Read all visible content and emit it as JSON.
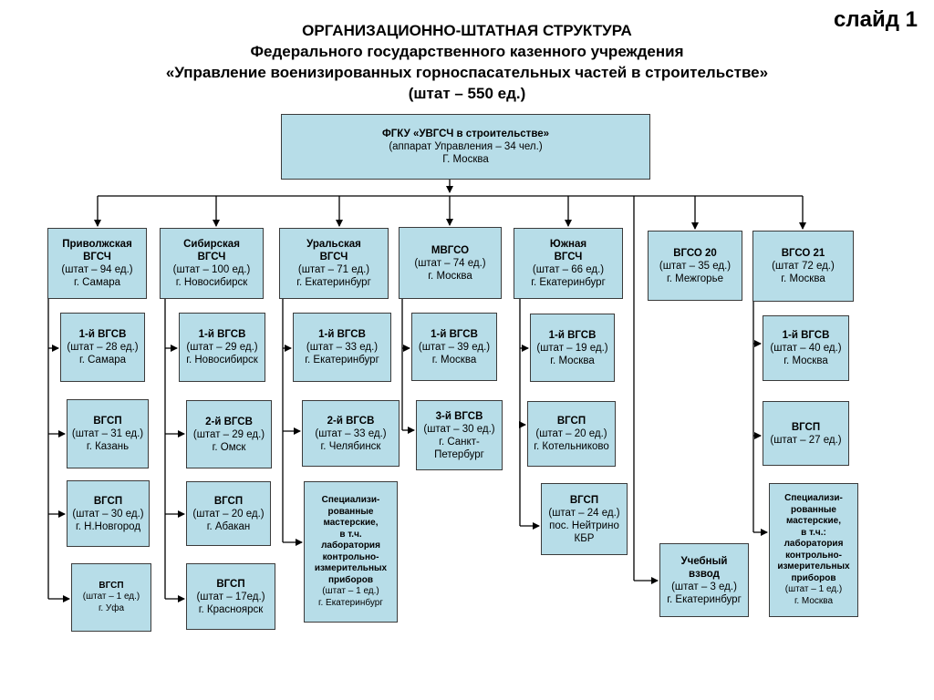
{
  "slide_label": "слайд 1",
  "title": {
    "line1": "ОРГАНИЗАЦИОННО-ШТАТНАЯ СТРУКТУРА",
    "line2": "Федерального государственного казенного учреждения",
    "line3": "«Управление военизированных горноспасательных частей в строительстве»",
    "line4": "(штат – 550 ед.)"
  },
  "root": {
    "name": "ФГКУ «УВГСЧ в строительстве»",
    "line1": "(аппарат Управления – 34 чел.)",
    "line2": "Г. Москва"
  },
  "columns": [
    {
      "head": {
        "name": "Приволжская\nВГСЧ",
        "l1": "(штат – 94 ед.)",
        "l2": "г. Самара"
      },
      "children": [
        {
          "name": "1-й ВГСВ",
          "l1": "(штат – 28 ед.)",
          "l2": "г. Самара"
        },
        {
          "name": "ВГСП",
          "l1": "(штат – 31 ед.)",
          "l2": "г. Казань"
        },
        {
          "name": "ВГСП",
          "l1": "(штат – 30 ед.)",
          "l2": "г. Н.Новгород"
        },
        {
          "name": "ВГСП",
          "l1": "(штат – 1 ед.)",
          "l2": "г. Уфа"
        }
      ]
    },
    {
      "head": {
        "name": "Сибирская\nВГСЧ",
        "l1": "(штат – 100 ед.)",
        "l2": "г. Новосибирск"
      },
      "children": [
        {
          "name": "1-й ВГСВ",
          "l1": "(штат – 29 ед.)",
          "l2": "г. Новосибирск"
        },
        {
          "name": "2-й ВГСВ",
          "l1": "(штат – 29 ед.)",
          "l2": "г. Омск"
        },
        {
          "name": "ВГСП",
          "l1": "(штат – 20 ед.)",
          "l2": "г. Абакан"
        },
        {
          "name": "ВГСП",
          "l1": "(штат – 17ед.)",
          "l2": "г. Красноярск"
        }
      ]
    },
    {
      "head": {
        "name": "Уральская\nВГСЧ",
        "l1": "(штат – 71 ед.)",
        "l2": "г. Екатеринбург"
      },
      "children": [
        {
          "name": "1-й ВГСВ",
          "l1": "(штат – 33 ед.)",
          "l2": "г. Екатеринбург"
        },
        {
          "name": "2-й ВГСВ",
          "l1": "(штат – 33 ед.)",
          "l2": "г. Челябинск"
        },
        {
          "name": "Специализи-\nрованные\nмастерские,\nв т.ч.\nлаборатория\nконтрольно-\nизмерительных\nприборов",
          "l1": "(штат – 1 ед.)",
          "l2": "г. Екатеринбург"
        }
      ]
    },
    {
      "head": {
        "name": "МВГСО",
        "l1": "(штат – 74 ед.)",
        "l2": "г. Москва"
      },
      "children": [
        {
          "name": "1-й ВГСВ",
          "l1": "(штат – 39 ед.)",
          "l2": "г. Москва"
        },
        {
          "name": "3-й ВГСВ",
          "l1": "(штат – 30 ед.)",
          "l2": "г. Санкт-\nПетербург"
        }
      ]
    },
    {
      "head": {
        "name": "Южная\nВГСЧ",
        "l1": "(штат – 66 ед.)",
        "l2": "г. Екатеринбург"
      },
      "children": [
        {
          "name": "1-й ВГСВ",
          "l1": "(штат – 19 ед.)",
          "l2": "г. Москва"
        },
        {
          "name": "ВГСП",
          "l1": "(штат – 20 ед.)",
          "l2": "г. Котельниково"
        },
        {
          "name": "ВГСП",
          "l1": "(штат – 24 ед.)",
          "l2": "пос. Нейтрино\nКБР"
        }
      ]
    },
    {
      "head": {
        "name": "ВГСО 20",
        "l1": "(штат – 35 ед.)",
        "l2": "г. Межгорье"
      },
      "children": []
    },
    {
      "head": {
        "name": "ВГСО 21",
        "l1": "(штат 72 ед.)",
        "l2": "г. Москва"
      },
      "children": [
        {
          "name": "1-й ВГСВ",
          "l1": "(штат – 40 ед.)",
          "l2": "г. Москва"
        },
        {
          "name": "ВГСП",
          "l1": "(штат – 27 ед.)",
          "l2": ""
        },
        {
          "name": "Специализи-\nрованные\nмастерские,\nв т.ч.:\nлаборатория\nконтрольно-\nизмерительных\nприборов",
          "l1": "(штат – 1 ед.)",
          "l2": "г. Москва"
        }
      ]
    }
  ],
  "training_platoon": {
    "name": "Учебный\nвзвод",
    "l1": "(штат – 3 ед.)",
    "l2": "г. Екатеринбург"
  }
}
